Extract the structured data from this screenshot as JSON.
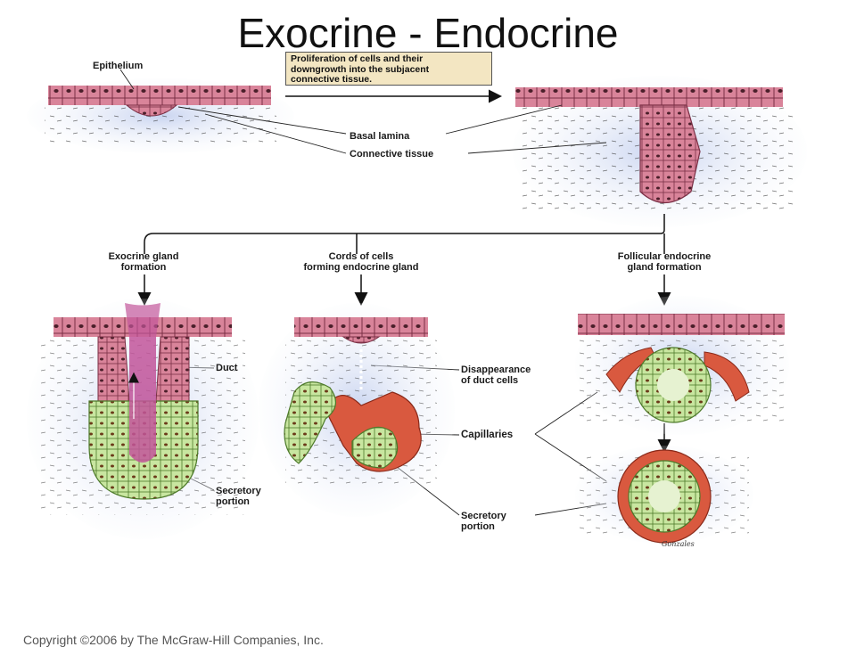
{
  "title": "Exocrine - Endocrine",
  "callout": {
    "line1": "Proliferation of cells and their",
    "line2": "downgrowth into the subjacent",
    "line3": "connective tissue."
  },
  "labels": {
    "epithelium": "Epithelium",
    "basal_lamina": "Basal lamina",
    "connective_tissue": "Connective tissue",
    "exocrine_formation_1": "Exocrine gland",
    "exocrine_formation_2": "formation",
    "cords_1": "Cords of cells",
    "cords_2": "forming endocrine gland",
    "follicular_1": "Follicular endocrine",
    "follicular_2": "gland formation",
    "duct": "Duct",
    "disappearance_1": "Disappearance",
    "disappearance_2": "of duct cells",
    "capillaries": "Capillaries",
    "secretory_left_1": "Secretory",
    "secretory_left_2": "portion",
    "secretory_mid_1": "Secretory",
    "secretory_mid_2": "portion"
  },
  "signature": "Gonzales",
  "copyright": "Copyright ©2006 by The McGraw-Hill Companies, Inc.",
  "colors": {
    "epithelium_pink": "#d9849a",
    "cell_outline": "#7a2f45",
    "connective_blue": "#b9c6e8",
    "secretory_green": "#c8e6a0",
    "capillary_red": "#d9593f",
    "lumen_magenta": "#c2559a"
  }
}
